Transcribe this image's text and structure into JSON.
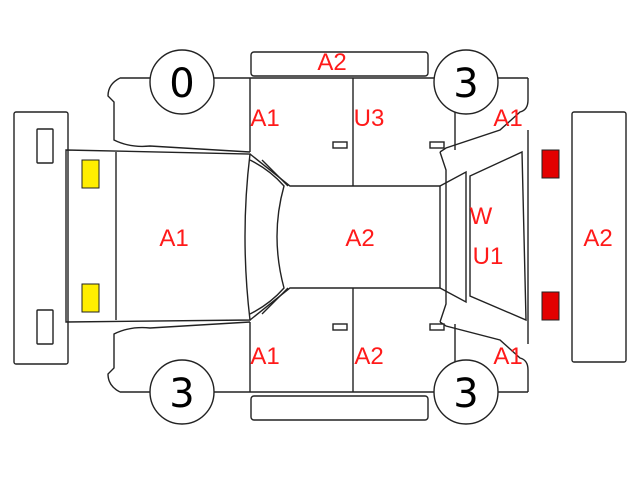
{
  "labels": {
    "roof_top": "A2",
    "front_left_fender": "A1",
    "front_right_fender": "A1",
    "front_door_left": "A1",
    "front_door_right": "A1",
    "rear_door_left": "U3",
    "rear_door_right": "A2",
    "hood": "A1",
    "roof": "A2",
    "windshield_w": "W",
    "windshield_u1": "U1",
    "trunk": "A2"
  },
  "wheels": {
    "front_left": "0",
    "front_right": "3",
    "rear_left": "3",
    "rear_right": "3"
  },
  "colors": {
    "label": "#ff1a1a",
    "line": "#222222",
    "yellow_light": "#ffee00",
    "red_light": "#e30000"
  }
}
